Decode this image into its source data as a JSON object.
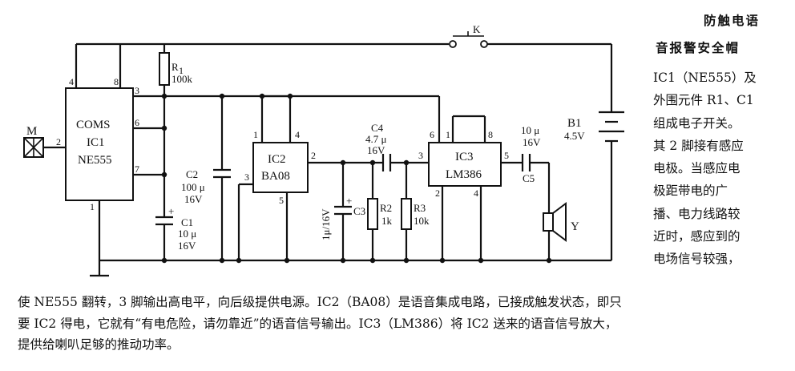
{
  "title_line1": "防触电语",
  "title_line2": "音报警安全帽",
  "side_lines": [
    "IC1（NE555）及",
    "外围元件 R1、C1",
    "组成电子开关。",
    "其 2 脚接有感应",
    "电极。当感应电",
    "极距带电的广",
    "播、电力线路较",
    "近时，感应到的",
    "电场信号较强，"
  ],
  "para_lines": [
    "使 NE555 翻转，3 脚输出高电平，向后级提供电源。IC2（BA08）是语音集成电路，已接成触发状态，即只",
    "要 IC2 得电，它就有“有电危险，请勿靠近”的语音信号输出。IC3（LM386）将 IC2 送来的语音信号放大，",
    "提供给喇叭足够的推动功率。"
  ],
  "labels": {
    "ic1_l1": "COMS",
    "ic1_l2": "IC1",
    "ic1_l3": "NE555",
    "ic2_l1": "IC2",
    "ic2_l2": "BA08",
    "ic3_l1": "IC3",
    "ic3_l2": "LM386",
    "m": "M",
    "r1_name": "R",
    "r1_sub": "1",
    "r1_val": "100k",
    "c2_name": "C2",
    "c2_v1": "100 μ",
    "c2_v2": "16V",
    "c1_name": "C1",
    "c1_v1": "10 μ",
    "c1_v2": "16V",
    "c3_name": "C3",
    "c3_v": "1μ/16V",
    "c4_name": "C4",
    "c4_v1": "4.7 μ",
    "c4_v2": "16V",
    "r2_name": "R2",
    "r2_v": "1k",
    "r3_name": "R3",
    "r3_v": "10k",
    "c5_v1": "10 μ",
    "c5_v2": "16V",
    "c5_name": "C5",
    "b1_name": "B1",
    "b1_v": "4.5V",
    "k": "K",
    "y": "Y",
    "plus": "+"
  },
  "pins": {
    "ic1_4": "4",
    "ic1_8": "8",
    "ic1_3": "3",
    "ic1_6": "6",
    "ic1_7": "7",
    "ic1_2": "2",
    "ic1_1": "1",
    "ic2_1": "1",
    "ic2_4": "4",
    "ic2_2": "2",
    "ic2_3": "3",
    "ic2_5": "5",
    "ic3_1": "1",
    "ic3_8": "8",
    "ic3_6": "6",
    "ic3_3": "3",
    "ic3_5": "5",
    "ic3_2": "2",
    "ic3_4": "4"
  }
}
